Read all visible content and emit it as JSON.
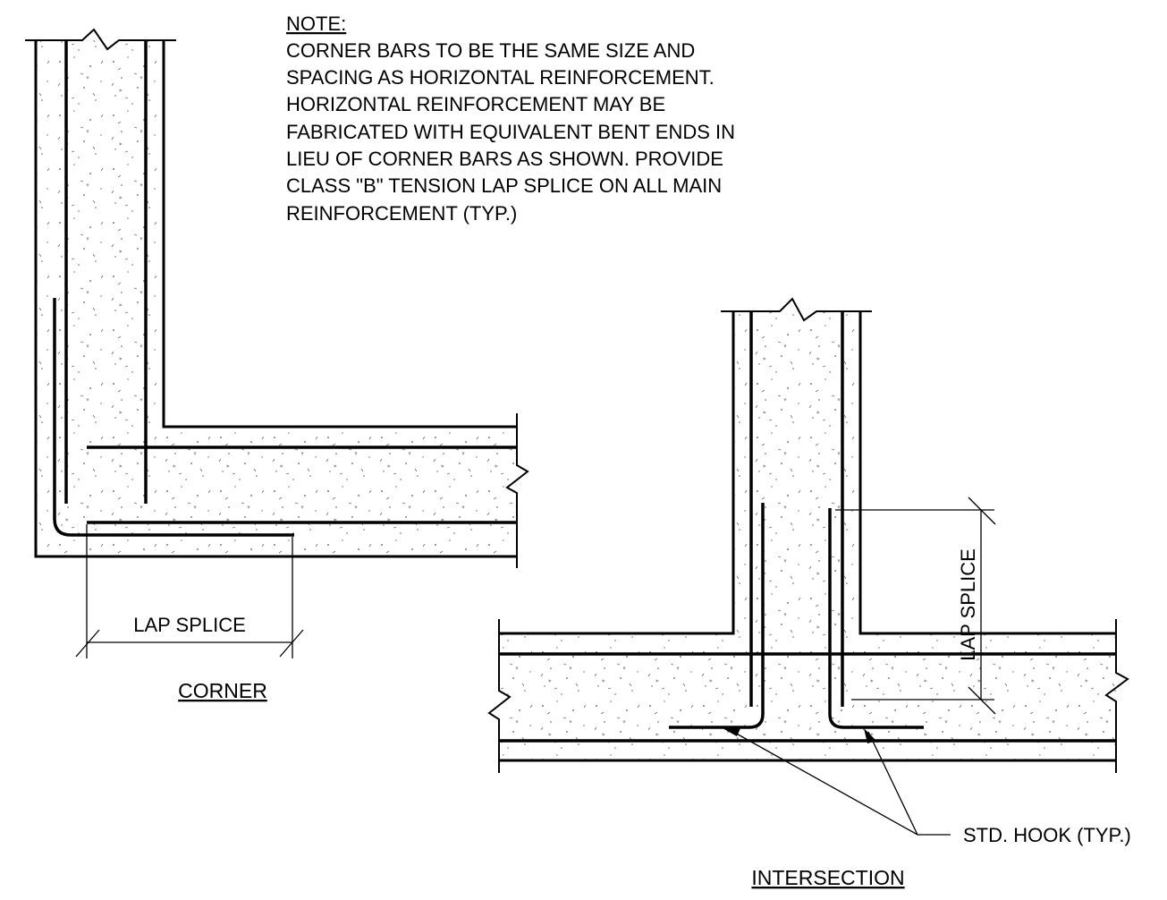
{
  "note": {
    "title": "NOTE:",
    "lines": [
      "CORNER BARS TO BE THE SAME SIZE AND",
      "SPACING AS HORIZONTAL REINFORCEMENT.",
      "HORIZONTAL REINFORCEMENT MAY BE",
      "FABRICATED WITH EQUIVALENT BENT ENDS IN",
      "LIEU OF CORNER BARS AS SHOWN. PROVIDE",
      "CLASS \"B\" TENSION LAP SPLICE ON ALL MAIN",
      "REINFORCEMENT (TYP.)"
    ]
  },
  "corner": {
    "title": "CORNER",
    "lap_splice_label": "LAP SPLICE"
  },
  "intersection": {
    "title": "INTERSECTION",
    "lap_splice_label": "LAP SPLICE",
    "hook_label": "STD. HOOK (TYP.)"
  },
  "colors": {
    "line": "#000000",
    "background": "#ffffff"
  }
}
